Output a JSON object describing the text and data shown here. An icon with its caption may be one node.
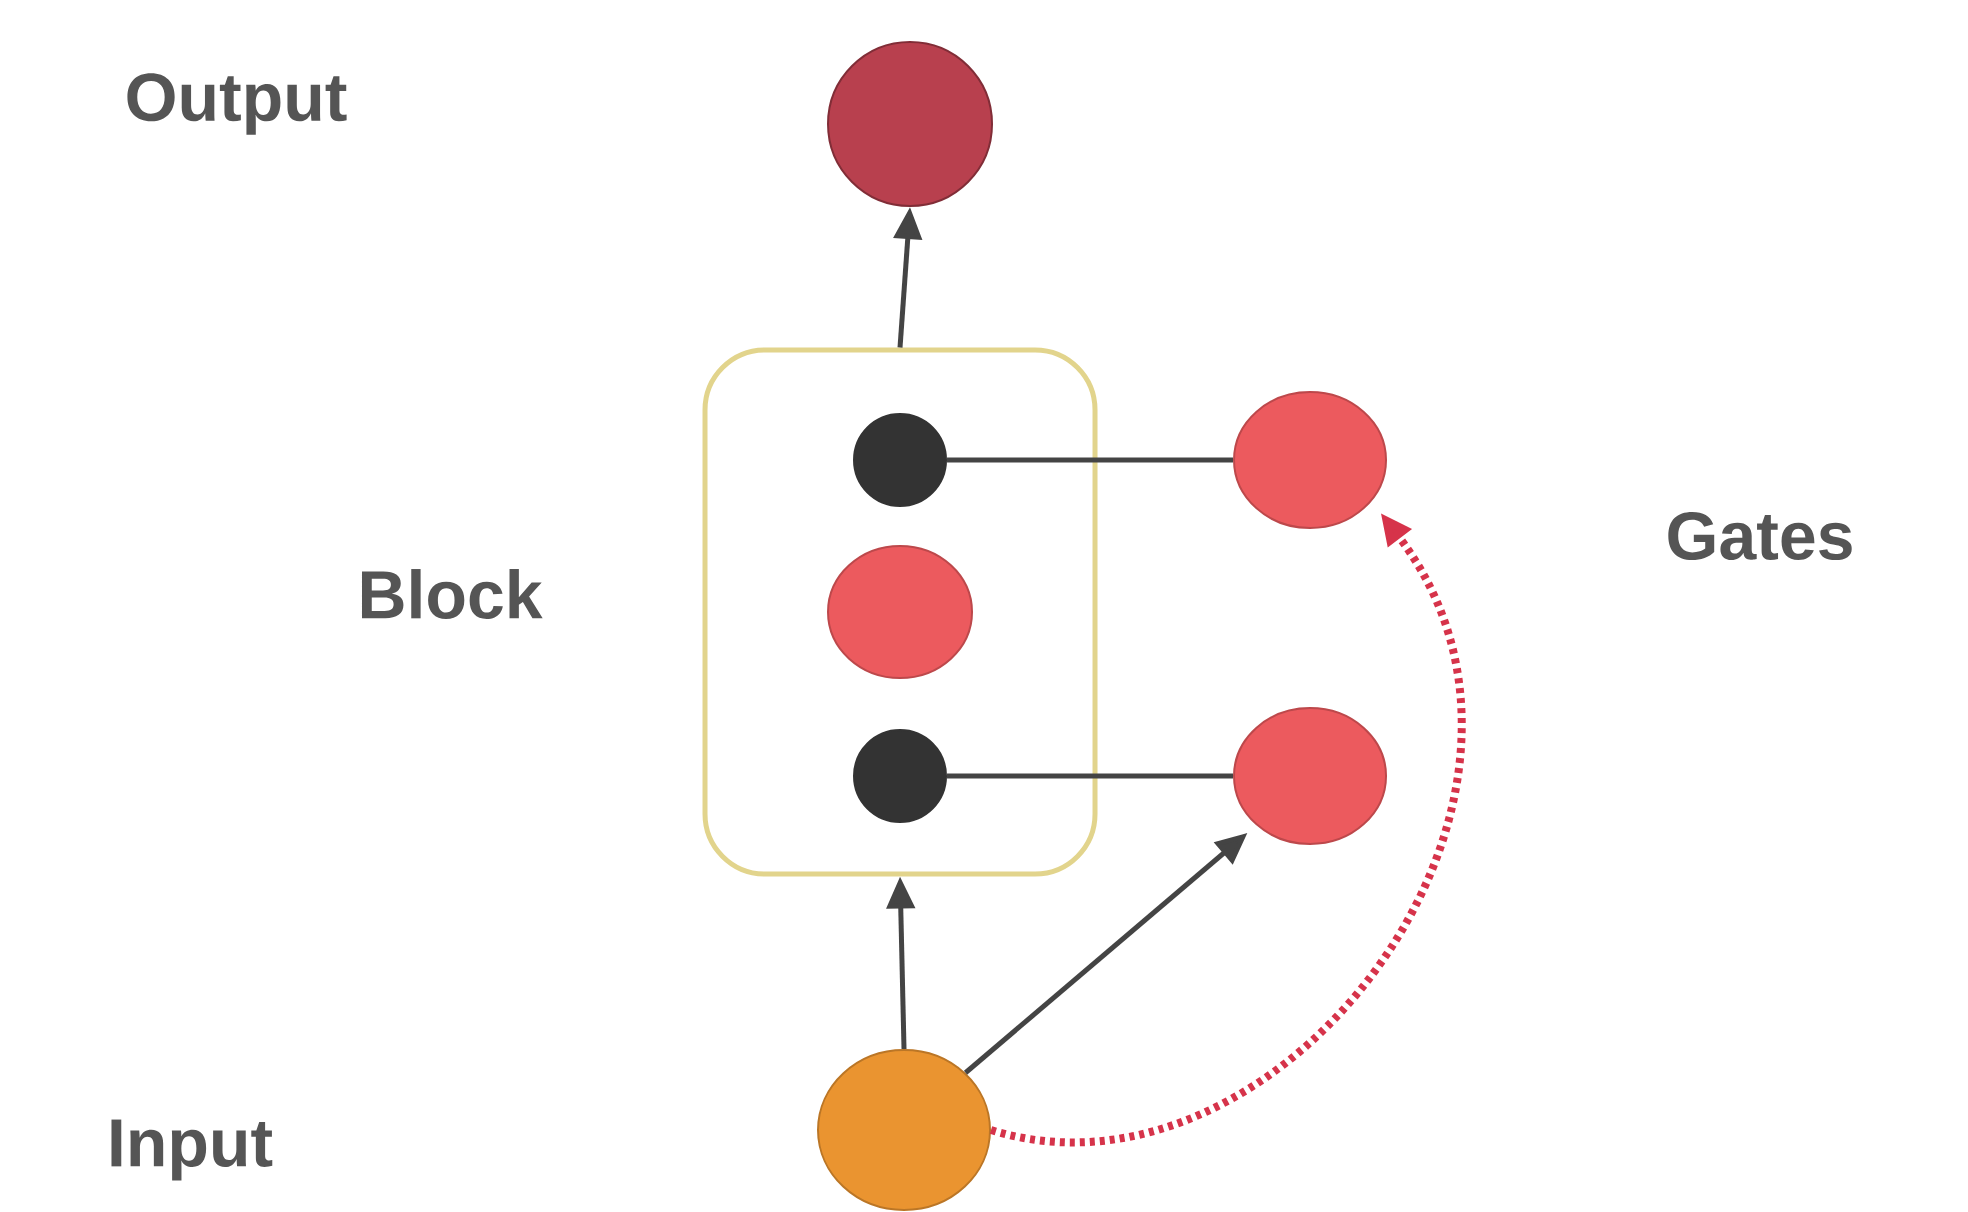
{
  "diagram": {
    "nodes": [
      {
        "text": [],
        "shape": "circle"
      },
      {
        "text": [],
        "shape": "box"
      },
      {
        "text": [],
        "shape": "circle",
        "in": 1
      },
      {
        "text": [],
        "shape": "circle",
        "in": 1
      },
      {
        "text": [],
        "shape": "circle",
        "in": 1
      },
      {
        "text": [],
        "shape": "circle"
      },
      {
        "text": [],
        "shape": "circle"
      },
      {
        "text": [],
        "shape": "circle"
      }
    ],
    "edges": [
      {
        "from": 1,
        "to": 0,
        "arrow": "to"
      },
      {
        "from": 2,
        "to": 5,
        "arrow": "none"
      },
      {
        "from": 4,
        "to": 6,
        "arrow": "none"
      },
      {
        "from": 7,
        "to": 1,
        "arrow": "to"
      },
      {
        "from": 7,
        "to": 6,
        "arrow": "to"
      },
      {
        "from": 7,
        "to": 5,
        "arrow": "to",
        "style": "dashed",
        "color": "#d6334a"
      }
    ],
    "labels": [
      "Output",
      "Block",
      "Gates",
      "Input"
    ]
  }
}
